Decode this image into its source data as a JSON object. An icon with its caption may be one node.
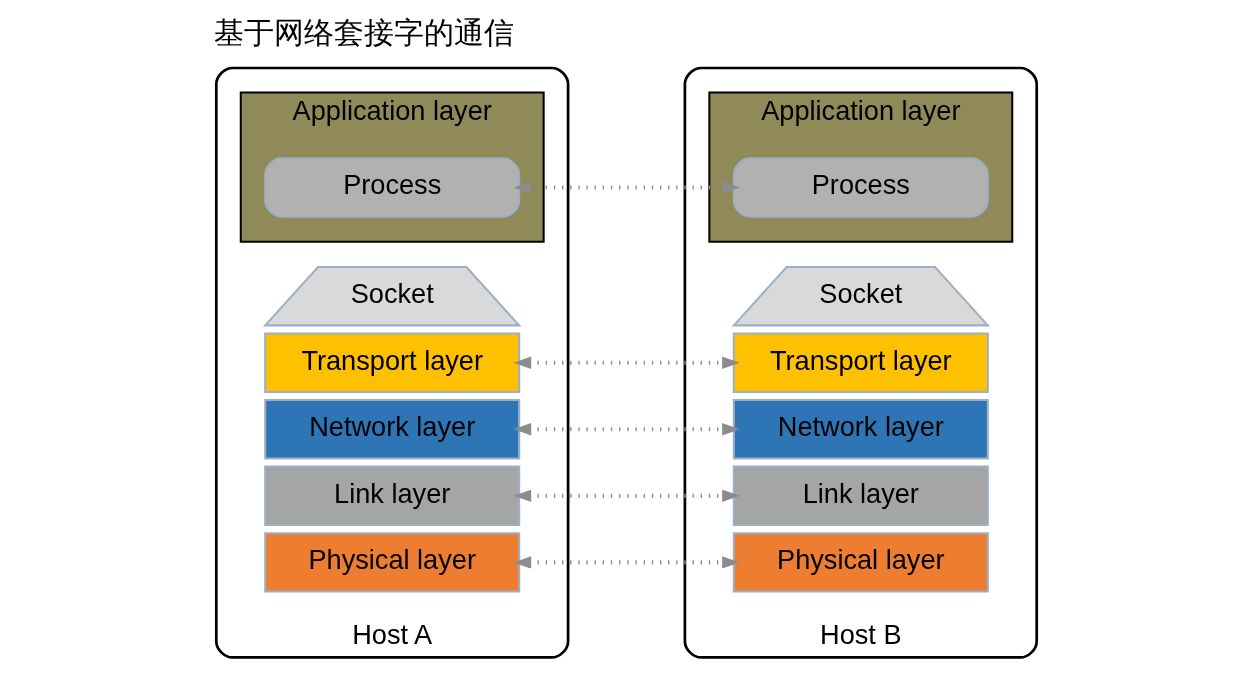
{
  "diagram": {
    "title": "基于网络套接字的通信",
    "nodes": [
      {
        "text": [
          "Host A"
        ]
      },
      {
        "text": [
          "Application layer"
        ],
        "in": 0
      },
      {
        "text": [
          "Process"
        ],
        "in": 1
      },
      {
        "text": [
          "Socket"
        ],
        "in": 0
      },
      {
        "text": [
          "Transport layer"
        ],
        "in": 0
      },
      {
        "text": [
          "Network layer"
        ],
        "in": 0
      },
      {
        "text": [
          "Link layer"
        ],
        "in": 0
      },
      {
        "text": [
          "Physical layer"
        ],
        "in": 0
      },
      {
        "text": [
          "Host B"
        ]
      },
      {
        "text": [
          "Application layer"
        ],
        "in": 8
      },
      {
        "text": [
          "Process"
        ],
        "in": 9
      },
      {
        "text": [
          "Socket"
        ],
        "in": 8
      },
      {
        "text": [
          "Transport layer"
        ],
        "in": 8
      },
      {
        "text": [
          "Network layer"
        ],
        "in": 8
      },
      {
        "text": [
          "Link layer"
        ],
        "in": 8
      },
      {
        "text": [
          "Physical layer"
        ],
        "in": 8
      }
    ],
    "edges": [
      {
        "from": 2,
        "to": 10,
        "arrow": "both",
        "style": "dashed"
      },
      {
        "from": 4,
        "to": 12,
        "arrow": "both",
        "style": "dashed"
      },
      {
        "from": 5,
        "to": 13,
        "arrow": "both",
        "style": "dashed"
      },
      {
        "from": 6,
        "to": 14,
        "arrow": "both",
        "style": "dashed"
      },
      {
        "from": 7,
        "to": 15,
        "arrow": "both",
        "style": "dashed"
      }
    ]
  }
}
